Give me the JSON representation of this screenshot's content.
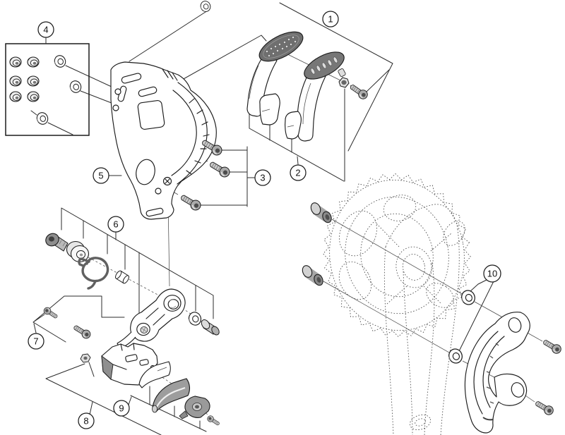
{
  "diagram": {
    "callouts": [
      {
        "label": "1"
      },
      {
        "label": "2"
      },
      {
        "label": "3"
      },
      {
        "label": "4"
      },
      {
        "label": "5"
      },
      {
        "label": "6"
      },
      {
        "label": "7"
      },
      {
        "label": "8"
      },
      {
        "label": "9"
      },
      {
        "label": "10"
      }
    ]
  },
  "colors": {
    "line": "#1c1c1c",
    "paper": "#ffffff",
    "metal_light": "#c9c9c9",
    "metal_mid": "#a8a8a8",
    "metal_dark": "#4c4c4c",
    "rubber_pad": "#6f6f6f",
    "spring": "#606060"
  }
}
